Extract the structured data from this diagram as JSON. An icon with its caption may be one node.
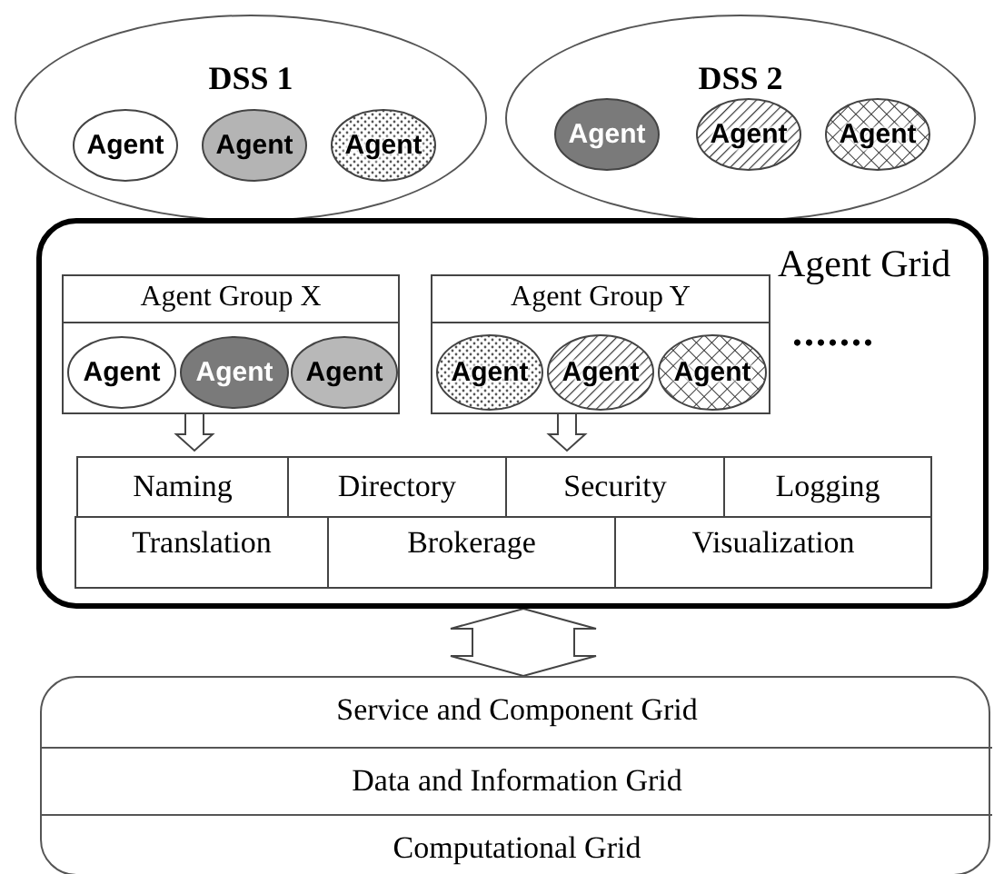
{
  "diagram": {
    "nodes": [
      {
        "text": [
          "DSS 1"
        ]
      },
      {
        "text": [
          "Agent"
        ],
        "in": 0
      },
      {
        "text": [
          "Agent"
        ],
        "in": 0
      },
      {
        "text": [
          "Agent"
        ],
        "in": 0
      },
      {
        "text": [
          "DSS 2"
        ]
      },
      {
        "text": [
          "Agent"
        ],
        "in": 4
      },
      {
        "text": [
          "Agent"
        ],
        "in": 4
      },
      {
        "text": [
          "Agent"
        ],
        "in": 4
      },
      {
        "text": [
          "Agent Grid"
        ]
      },
      {
        "text": [
          "Agent Group X"
        ],
        "in": 8
      },
      {
        "text": [
          "Agent"
        ],
        "in": 9
      },
      {
        "text": [
          "Agent"
        ],
        "in": 9
      },
      {
        "text": [
          "Agent"
        ],
        "in": 9
      },
      {
        "text": [
          "Agent Group Y"
        ],
        "in": 8
      },
      {
        "text": [
          "Agent"
        ],
        "in": 13
      },
      {
        "text": [
          "Agent"
        ],
        "in": 13
      },
      {
        "text": [
          "Agent"
        ],
        "in": 13
      },
      {
        "text": [
          "Naming"
        ],
        "in": 8
      },
      {
        "text": [
          "Directory"
        ],
        "in": 8
      },
      {
        "text": [
          "Security"
        ],
        "in": 8
      },
      {
        "text": [
          "Logging"
        ],
        "in": 8
      },
      {
        "text": [
          "Translation"
        ],
        "in": 8
      },
      {
        "text": [
          "Brokerage"
        ],
        "in": 8
      },
      {
        "text": [
          "Visualization"
        ],
        "in": 8
      },
      {
        "text": [],
        "shape": "box"
      },
      {
        "text": [
          "Service and Component Grid"
        ],
        "in": 24
      },
      {
        "text": [
          "Data and Information Grid"
        ],
        "in": 24
      },
      {
        "text": [
          "Computational Grid"
        ],
        "in": 24
      }
    ],
    "edges": [
      {
        "from": 9,
        "to": 17,
        "arrow": "to"
      },
      {
        "from": 13,
        "to": 19,
        "arrow": "to"
      },
      {
        "from": 8,
        "to": 24,
        "arrow": "both"
      }
    ],
    "labels": [
      "......."
    ]
  }
}
